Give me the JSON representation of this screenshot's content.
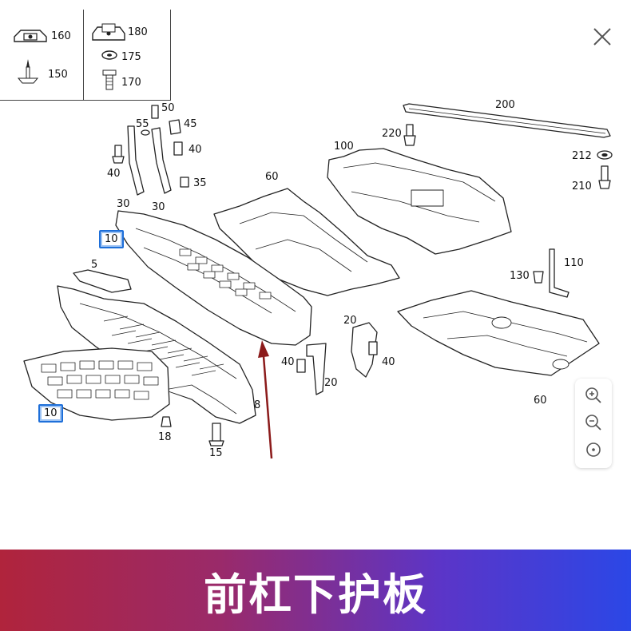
{
  "legend": {
    "items": [
      "160",
      "150",
      "180",
      "175",
      "170"
    ]
  },
  "labels": {
    "l200": "200",
    "l220": "220",
    "l212": "212",
    "l210": "210",
    "l100": "100",
    "l60a": "60",
    "l60b": "60",
    "l50": "50",
    "l55": "55",
    "l45": "45",
    "l40a": "40",
    "l40b": "40",
    "l35": "35",
    "l30a": "30",
    "l30b": "30",
    "l10a": "10",
    "l10b": "10",
    "l5": "5",
    "l8": "8",
    "l18": "18",
    "l15": "15",
    "l40c": "40",
    "l20a": "20",
    "l20b": "20",
    "l40d": "40",
    "l130": "130",
    "l110": "110"
  },
  "banner": {
    "title": "前杠下护板"
  },
  "colors": {
    "accent_blue": "#1e6fd9",
    "arrow": "#8b1a1a"
  }
}
